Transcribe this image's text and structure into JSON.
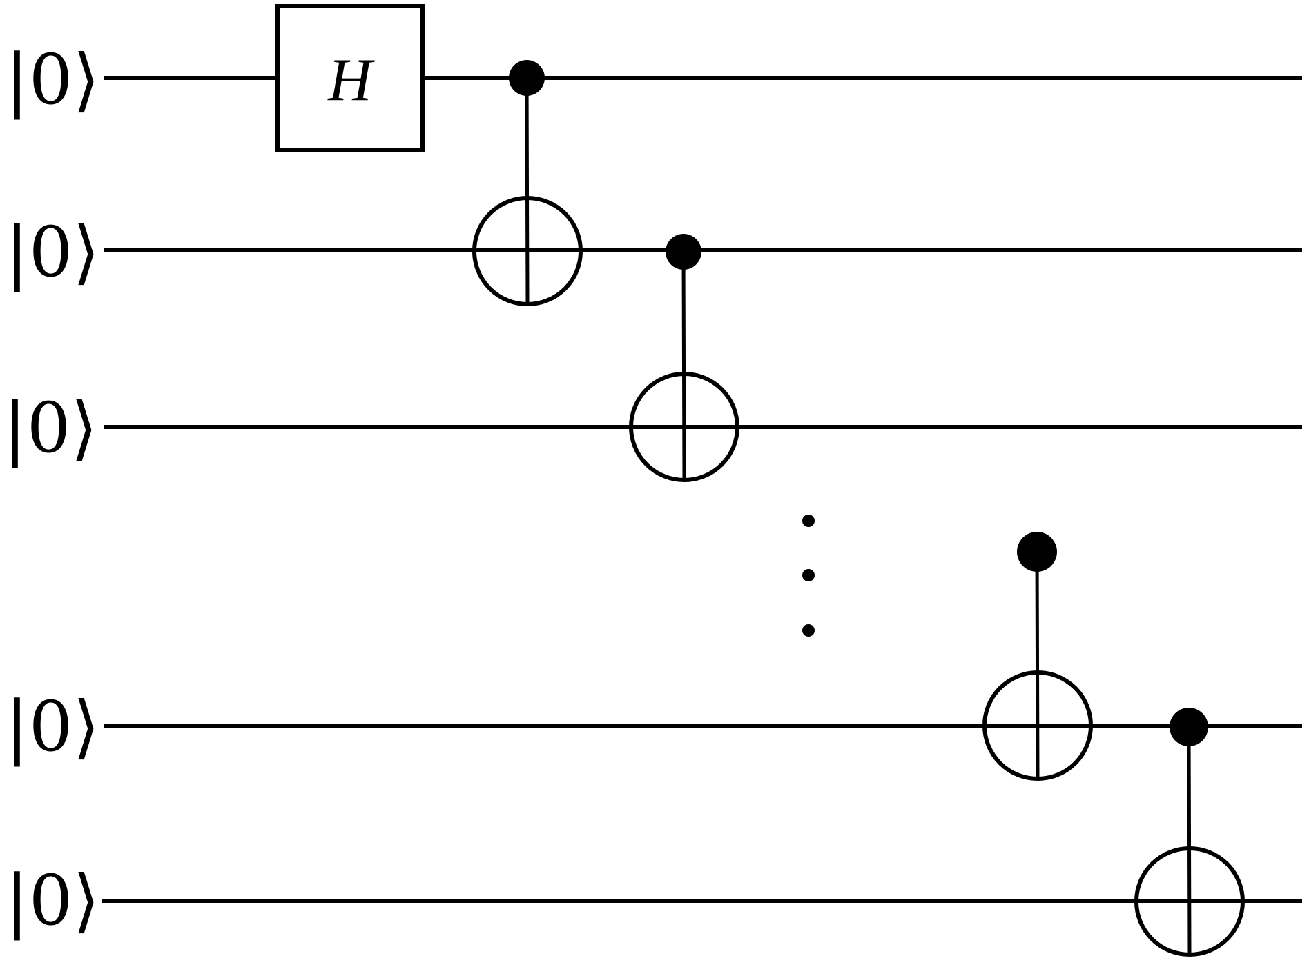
{
  "diagram": {
    "inputs": [
      {
        "label": "|0⟩"
      },
      {
        "label": "|0⟩"
      },
      {
        "label": "|0⟩"
      },
      {
        "label": "|0⟩"
      },
      {
        "label": "|0⟩"
      }
    ],
    "gates": [
      {
        "type": "single",
        "label": "H",
        "wire": 0
      },
      {
        "type": "cnot",
        "control": 0,
        "target": 1
      },
      {
        "type": "cnot",
        "control": 1,
        "target": 2
      },
      {
        "type": "ellipsis"
      },
      {
        "type": "cnot",
        "control": "elided",
        "target": 3
      },
      {
        "type": "cnot",
        "control": 3,
        "target": 4
      }
    ],
    "colors": {
      "stroke": "#000000",
      "background": "#ffffff"
    }
  }
}
